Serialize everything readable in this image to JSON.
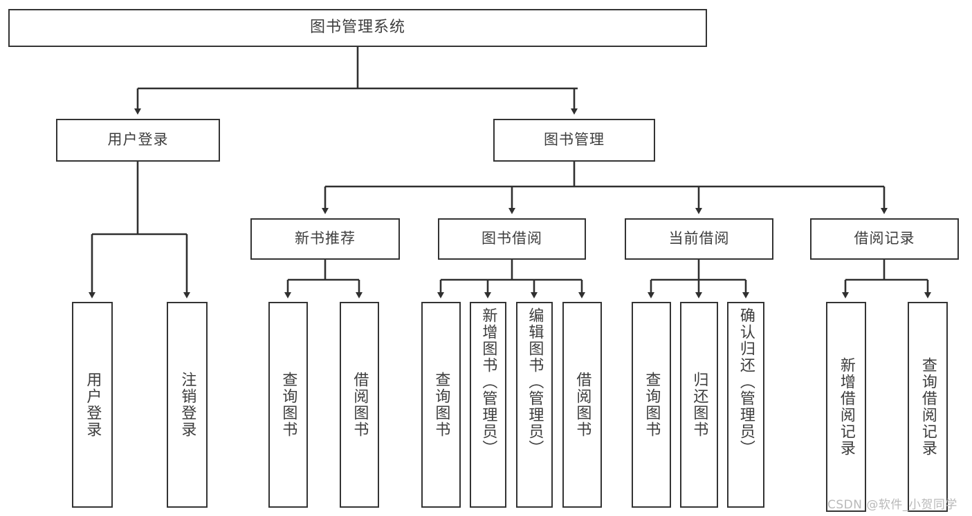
{
  "diagram": {
    "kind": "tree-hierarchy",
    "title_node": {
      "label": "图书管理系统"
    },
    "level1": [
      {
        "id": "user-login",
        "label": "用户登录"
      },
      {
        "id": "book-management",
        "label": "图书管理"
      }
    ],
    "level2": [
      {
        "id": "new-book-recommend",
        "label": "新书推荐"
      },
      {
        "id": "book-borrow",
        "label": "图书借阅"
      },
      {
        "id": "current-borrow",
        "label": "当前借阅"
      },
      {
        "id": "borrow-record",
        "label": "借阅记录"
      }
    ],
    "leaves": [
      {
        "id": "leaf-user-login",
        "label": "用户登录"
      },
      {
        "id": "leaf-logout-login",
        "label": "注销登录"
      },
      {
        "id": "leaf-query-book-1",
        "label": "查询图书"
      },
      {
        "id": "leaf-borrow-book-1",
        "label": "借阅图书"
      },
      {
        "id": "leaf-query-book-2",
        "label": "查询图书"
      },
      {
        "id": "leaf-add-book",
        "label": "新增图书（管理员）"
      },
      {
        "id": "leaf-edit-book",
        "label": "编辑图书（管理员）"
      },
      {
        "id": "leaf-borrow-book-2",
        "label": "借阅图书"
      },
      {
        "id": "leaf-query-book-3",
        "label": "查询图书"
      },
      {
        "id": "leaf-return-book",
        "label": "归还图书"
      },
      {
        "id": "leaf-confirm-return",
        "label": "确认归还（管理员）"
      },
      {
        "id": "leaf-add-record",
        "label": "新增借阅记录"
      },
      {
        "id": "leaf-query-record",
        "label": "查询借阅记录"
      }
    ],
    "colors": {
      "stroke": "#333333",
      "fill": "#ffffff",
      "text": "#3d3d3d",
      "watermark": "#b9b9b9"
    }
  },
  "watermark": {
    "text": "CSDN @软件_小贺同学"
  }
}
